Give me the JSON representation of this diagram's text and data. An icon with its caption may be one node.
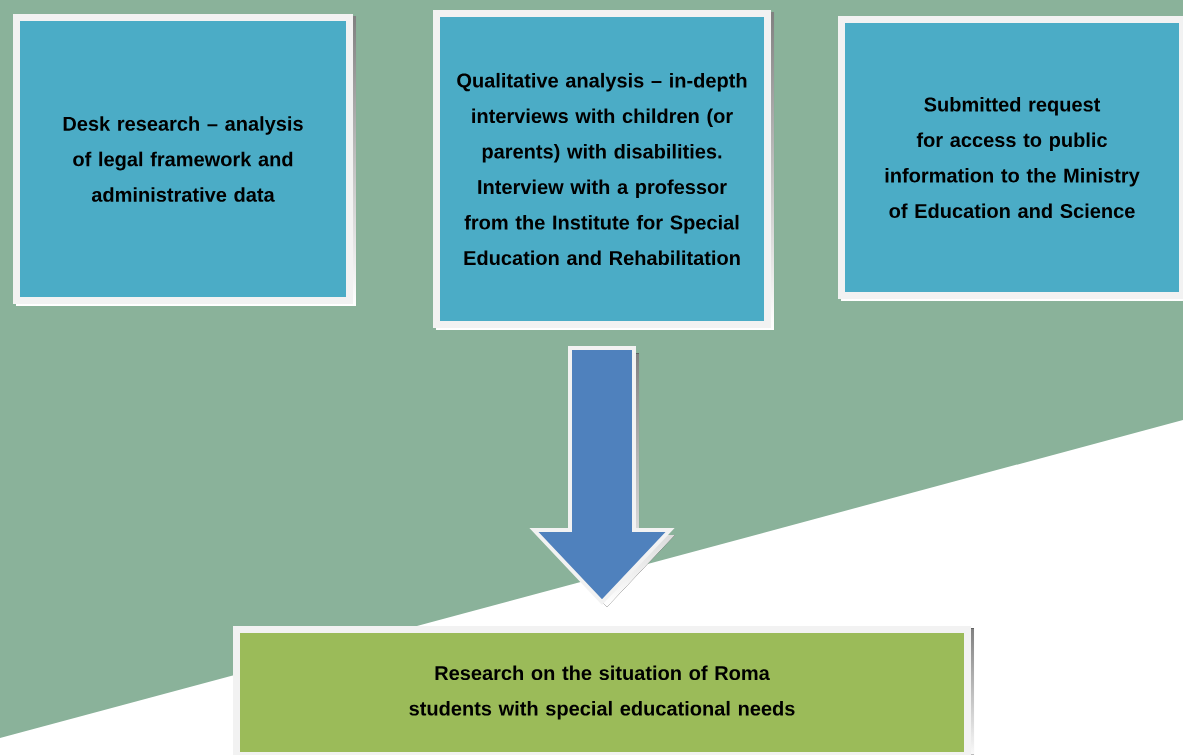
{
  "diagram": {
    "nodes": [
      {
        "text": [
          "Desk research – analysis of legal framework and administrative data"
        ]
      },
      {
        "text": [
          "Qualitative analysis – in-depth interviews with children (or parents) with disabilities. Interview with a professor from the Institute for Special Education and Rehabilitation"
        ]
      },
      {
        "text": [
          "Submitted request for access to public information to the Ministry of Education and Science"
        ]
      },
      {
        "text": [
          "Research on the situation of Roma students with special educational needs"
        ]
      }
    ],
    "edges": [
      {
        "from": 1,
        "to": 3,
        "arrow": "to"
      }
    ]
  }
}
